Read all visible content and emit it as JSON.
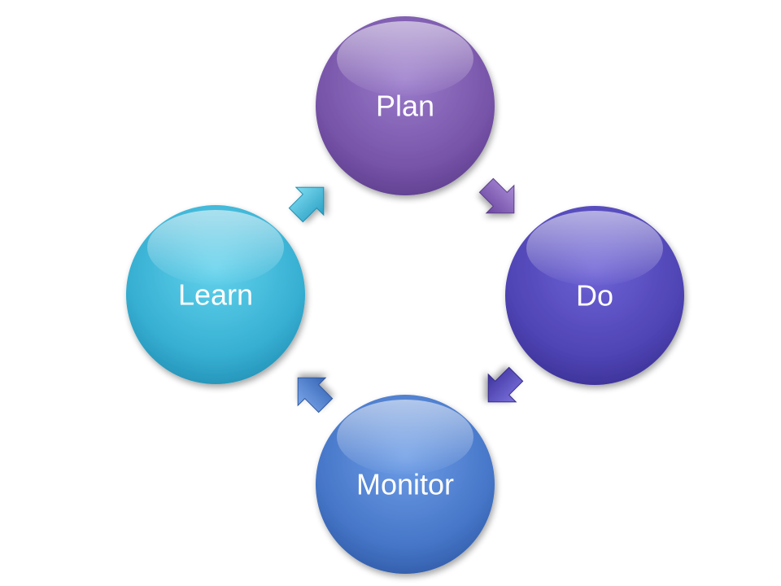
{
  "diagram": {
    "type": "cycle",
    "nodes": [
      {
        "id": "plan",
        "label": "Plan",
        "color": "#7d5bad"
      },
      {
        "id": "do",
        "label": "Do",
        "color": "#5a4fbf"
      },
      {
        "id": "monitor",
        "label": "Monitor",
        "color": "#4a7fd1"
      },
      {
        "id": "learn",
        "label": "Learn",
        "color": "#3fb7d8"
      }
    ],
    "arrows": [
      {
        "from": "plan",
        "to": "do",
        "color": "#7a55ad"
      },
      {
        "from": "do",
        "to": "monitor",
        "color": "#5347b8"
      },
      {
        "from": "monitor",
        "to": "learn",
        "color": "#4a78cc"
      },
      {
        "from": "learn",
        "to": "plan",
        "color": "#3cb3d4"
      }
    ]
  }
}
